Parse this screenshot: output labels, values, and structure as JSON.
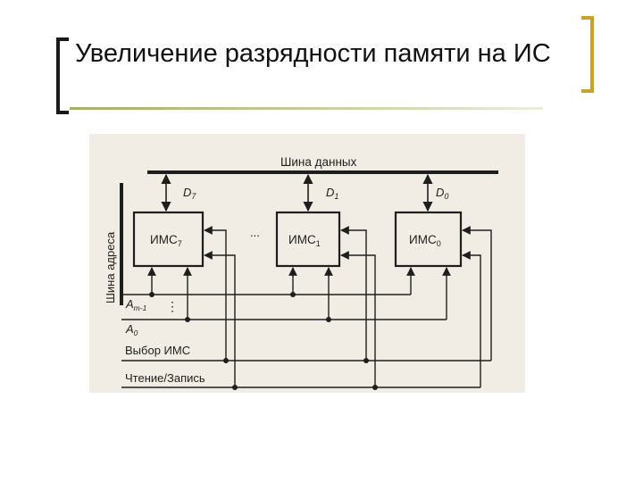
{
  "slide": {
    "title": "Увеличение разрядности памяти на ИС"
  },
  "diagram": {
    "data_bus_label": "Шина данных",
    "address_bus_label": "Шина адреса",
    "chips": [
      {
        "label_main": "ИМС",
        "label_sub": "7"
      },
      {
        "label_main": "ИМС",
        "label_sub": "1"
      },
      {
        "label_main": "ИМС",
        "label_sub": "0"
      }
    ],
    "data_lines": [
      {
        "main": "D",
        "sub": "7"
      },
      {
        "main": "D",
        "sub": "1"
      },
      {
        "main": "D",
        "sub": "0"
      }
    ],
    "ellipsis_top": "...",
    "ellipsis_vertical": "⋮",
    "addr_high": {
      "main": "A",
      "sub": "m-1"
    },
    "addr_low": {
      "main": "A",
      "sub": "0"
    },
    "chip_select_label": "Выбор ИМС",
    "read_write_label": "Чтение/Запись"
  },
  "colors": {
    "bracket_left": "#1a1a1a",
    "bracket_right": "#c9a227",
    "scan_bg": "#f1ede4",
    "ink": "#1e1e1e"
  }
}
